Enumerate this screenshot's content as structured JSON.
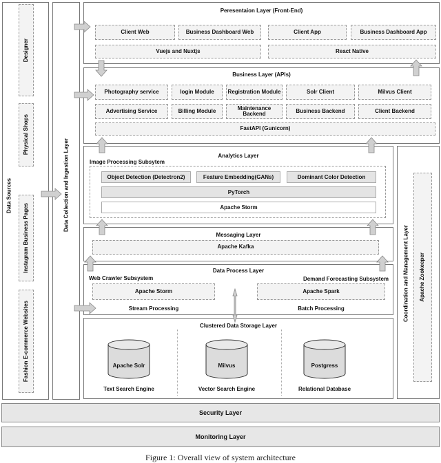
{
  "data_sources": {
    "label": "Data Sources",
    "items": [
      "Designer",
      "Physical Shops",
      "Instagram Business Pages",
      "Fashion E-commerce Websites"
    ]
  },
  "ingestion_layer": {
    "label": "Data Collection and Ingestion Layer"
  },
  "presentation": {
    "title": "Peresentaion Layer (Front-End)",
    "client_web": "Client Web",
    "business_dashboard_web": "Business Dashboard Web",
    "client_app": "Client App",
    "business_dashboard_app": "Business Dashboard App",
    "vue": "Vuejs and Nuxtjs",
    "react_native": "React Native"
  },
  "business": {
    "title": "Business Layer (APIs)",
    "row1": [
      "Photography service",
      "login Module",
      "Registration Module",
      "Solr Client",
      "Milvus Client"
    ],
    "row2": [
      "Advertising Service",
      "Billing Module",
      "Maintenance Backend",
      "Business Backend",
      "Client Backend"
    ],
    "fastapi": "FastAPI (Gunicorn)"
  },
  "analytics": {
    "title": "Analytics Layer",
    "subsystem": "Image Processing Subsytem",
    "items": [
      "Object Detection (Detectron2)",
      "Feature Embedding(GANs)",
      "Dominant Color Detection"
    ],
    "pytorch": "PyTorch",
    "storm": "Apache Storm"
  },
  "messaging": {
    "title": "Messaging Layer",
    "kafka": "Apache Kafka"
  },
  "data_process": {
    "title": "Data Process Layer",
    "web_crawler": "Web Crawler Subsystem",
    "demand_forecasting": "Demand Forecasting Subsystem",
    "storm": "Apache Storm",
    "spark": "Apache Spark",
    "stream": "Stream Processing",
    "batch": "Batch Processing"
  },
  "storage": {
    "title": "Clustered Data Storage Layer",
    "dbs": [
      {
        "name": "Apache Solr",
        "caption": "Text Search Engine"
      },
      {
        "name": "Milvus",
        "caption": "Vector Search Engine"
      },
      {
        "name": "Postgress",
        "caption": "Relational Database"
      }
    ]
  },
  "coordination": {
    "label": "Coordination and Management Layer",
    "zookeeper": "Apache Zookeeper"
  },
  "security": "Security Layer",
  "monitoring": "Monitoring Layer",
  "caption": "Figure 1: Overall view of system architecture",
  "colors": {
    "box_fill": "#e4e4e4",
    "arrow_fill": "#d0d0d0",
    "border": "#777777"
  }
}
